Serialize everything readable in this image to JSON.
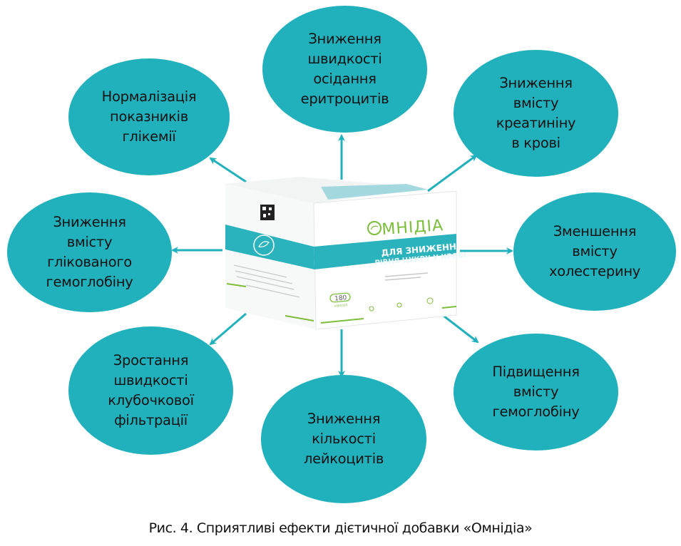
{
  "colors": {
    "node_fill": "#21b1bd",
    "arrow": "#21b1bd",
    "box_teal": "#2bb3bd",
    "box_green": "#7cbd3a",
    "text": "#111111"
  },
  "center": {
    "product_name": "МНІДІА",
    "band_line1": "ДЛЯ ЗНИЖЕННЯ",
    "band_line2": "РІВНЯ ЦУКРУ У КРОВІ",
    "count": "180",
    "count_unit": "капсул"
  },
  "nodes": [
    {
      "id": "top",
      "label": "Зниження\nшвидкості\nосідання\nеритроцитів"
    },
    {
      "id": "top-left",
      "label": "Нормалізація\nпоказників\nглікемії"
    },
    {
      "id": "top-right",
      "label": "Зниження\nвмісту\nкреатиніну\nв крові"
    },
    {
      "id": "left",
      "label": "Зниження\nвмісту\nглікованого\nгемоглобіну"
    },
    {
      "id": "right",
      "label": "Зменшення\nвмісту\nхолестерину"
    },
    {
      "id": "bottom-left",
      "label": "Зростання\nшвидкості\nклубочкової\nфільтрації"
    },
    {
      "id": "bottom",
      "label": "Зниження\nкількості\nлейкоцитів"
    },
    {
      "id": "bottom-right",
      "label": "Підвищення\nвмісту\nгемоглобіну"
    }
  ],
  "caption": "Рис. 4. Сприятливі ефекти дієтичної добавки «Омнідіа»"
}
